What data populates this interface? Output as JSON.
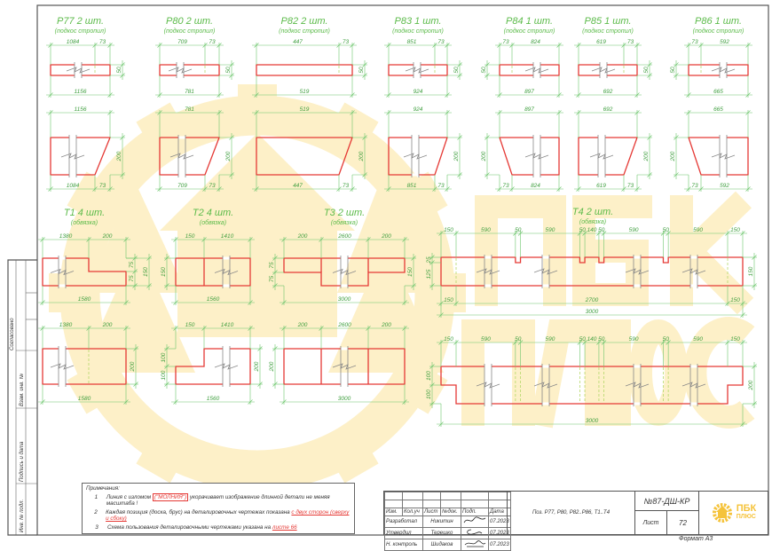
{
  "rafters": [
    {
      "title": "Р77 2 шт.",
      "subtitle": "(подкос стропил)",
      "plan": {
        "top": [
          "1084",
          "73"
        ],
        "bottom": "1156",
        "side": "50"
      },
      "profile": {
        "top": "1156",
        "bottom": [
          "1084",
          "73"
        ],
        "side": "200"
      }
    },
    {
      "title": "Р80 2 шт.",
      "subtitle": "(подкос стропил)",
      "plan": {
        "top": [
          "709",
          "73"
        ],
        "bottom": "781",
        "side": "50"
      },
      "profile": {
        "top": "781",
        "bottom": [
          "709",
          "73"
        ],
        "side": "200"
      }
    },
    {
      "title": "Р82 2 шт.",
      "subtitle": "(подкос стропил)",
      "plan": {
        "top": [
          "447",
          "73"
        ],
        "bottom": "519",
        "side": "50"
      },
      "profile": {
        "top": "519",
        "bottom": [
          "447",
          "73"
        ],
        "side": "200"
      }
    },
    {
      "title": "Р83 1 шт.",
      "subtitle": "(подкос стропил)",
      "plan": {
        "top": [
          "851",
          "73"
        ],
        "bottom": "924",
        "side": "50"
      },
      "profile": {
        "top": "924",
        "bottom": [
          "851",
          "73"
        ],
        "side": "200"
      }
    },
    {
      "title": "Р84 1 шт.",
      "subtitle": "(подкос стропил)",
      "plan": {
        "top": [
          "73",
          "824"
        ],
        "bottom": "897",
        "side": "50"
      },
      "profile": {
        "top": "897",
        "bottom": [
          "73",
          "824"
        ],
        "side": "200"
      }
    },
    {
      "title": "Р85 1 шт.",
      "subtitle": "(подкос стропил)",
      "plan": {
        "top": [
          "619",
          "73"
        ],
        "bottom": "692",
        "side": "50"
      },
      "profile": {
        "top": "692",
        "bottom": [
          "619",
          "73"
        ],
        "side": "200"
      }
    },
    {
      "title": "Р86 1 шт.",
      "subtitle": "(подкос стропил)",
      "plan": {
        "top": [
          "73",
          "592"
        ],
        "bottom": "665",
        "side": "50"
      },
      "profile": {
        "top": "665",
        "bottom": [
          "73",
          "592"
        ],
        "side": "200"
      }
    }
  ],
  "ties": {
    "t1": {
      "title": "Т1 4 шт.",
      "subtitle": "(обвязка)",
      "v1": {
        "top": [
          "1380",
          "200"
        ],
        "side": [
          "75",
          "75"
        ],
        "side_total": "150",
        "bottom": "1580"
      },
      "v2": {
        "top": [
          "1380",
          "200"
        ],
        "side": "200",
        "bottom": "1580"
      }
    },
    "t2": {
      "title": "Т2 4 шт.",
      "subtitle": "(обвязка)",
      "v1": {
        "top": [
          "150",
          "1410"
        ],
        "side": "150",
        "bottom": "1560"
      },
      "v2": {
        "top": [
          "150",
          "1410"
        ],
        "side": [
          "100",
          "100"
        ],
        "side_total": "200",
        "bottom": "1560"
      }
    },
    "t3": {
      "title": "Т3 2 шт.",
      "subtitle": "(обвязка)",
      "v1": {
        "top": [
          "200",
          "2600",
          "200"
        ],
        "side": [
          "75",
          "75"
        ],
        "side_total": "150",
        "bottom": "3000"
      },
      "v2": {
        "top": [
          "200",
          "2600",
          "200"
        ],
        "side": "200",
        "bottom": "3000"
      }
    },
    "t4": {
      "title": "Т4 2 шт.",
      "subtitle": "(обвязка)",
      "top": [
        "150",
        "590",
        "50",
        "590",
        "50",
        "140",
        "50",
        "590",
        "50",
        "590",
        "150"
      ],
      "v1": {
        "side": [
          "25",
          "125"
        ],
        "side_total": "150",
        "bottom": [
          "150",
          "2700",
          "150"
        ],
        "total": "3000"
      },
      "v2": {
        "side": [
          "100",
          "100"
        ],
        "side_total": "200",
        "total": "3000"
      }
    }
  },
  "notes": {
    "heading": "Примечания:",
    "items": [
      {
        "num": "1",
        "pre": "Линия с изломом ",
        "highlight": "(\"МОЛНИЯ\")",
        "post": " укорачивает изображение длинной детали не меняя масштаба !"
      },
      {
        "num": "2",
        "pre": "Каждая позиция (доска, брус) на деталировочных чертежах показана ",
        "highlight": "с двух сторон (сверху и сбоку)",
        "post": ""
      },
      {
        "num": "3",
        "pre": "Схема пользования деталировочными чертежами указана на ",
        "highlight": "листе 66",
        "post": ""
      }
    ]
  },
  "side_strip": {
    "approved": "Согласовано",
    "replaced": "Взам. инв. №",
    "sign_date": "Подпись и дата",
    "inv": "Инв. № подл."
  },
  "title_block": {
    "headers": [
      "Изм.",
      "Кол.уч",
      "Лист",
      "№док.",
      "Подп.",
      "Дата"
    ],
    "rows": [
      {
        "role": "Разработал",
        "name": "Никитин",
        "date": "07.2023"
      },
      {
        "role": "Утвердил",
        "name": "Терешко",
        "date": "07.2023"
      },
      {
        "role": "Н. контроль",
        "name": "Шидаков",
        "date": "07.2023"
      }
    ],
    "description": "Поз. Р77, Р80, Р82..Р86, Т1..Т4",
    "code": "№87-ДШ-КР",
    "sheet_label": "Лист",
    "sheet_number": "72",
    "format": "Формат А3",
    "logo": {
      "line1": "ПБК",
      "line2": "ПЛЮС",
      "color": "#f5c33b"
    }
  },
  "watermark": {
    "line1": "ПБК",
    "line2": "ПЛЮС"
  },
  "colors": {
    "part": "#e53935",
    "dimension": "#6cc56c",
    "label": "#5cbb4a"
  }
}
